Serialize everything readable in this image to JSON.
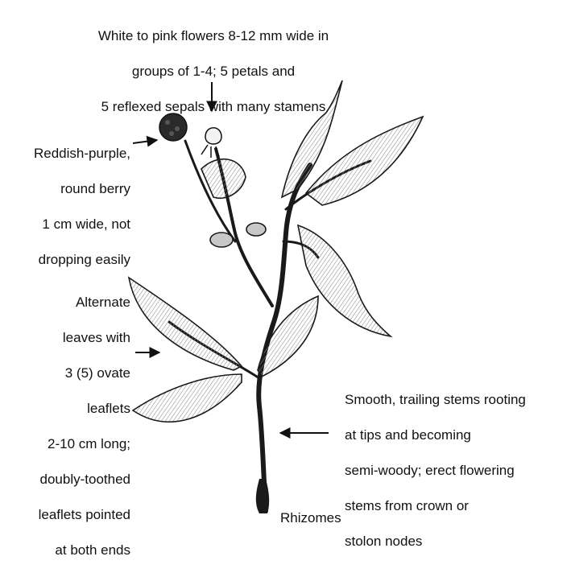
{
  "labels": {
    "flowers": [
      "White to pink flowers 8-12 mm wide in",
      "groups of 1-4; 5 petals and",
      "5 reflexed sepals with many stamens"
    ],
    "berry": [
      "Reddish-purple,",
      "round berry",
      "1 cm wide, not",
      "dropping easily"
    ],
    "leaves": [
      "Alternate",
      "leaves with",
      "3 (5) ovate",
      "leaflets",
      "2-10 cm long;",
      "doubly-toothed",
      "leaflets pointed",
      "at both ends"
    ],
    "stems": [
      "Smooth, trailing stems rooting",
      "at tips and becoming",
      "semi-woody; erect flowering",
      "stems from crown or",
      "stolon nodes"
    ],
    "rhizomes": "Rhizomes"
  },
  "colors": {
    "ink": "#111111",
    "leaf_fill": "#f2f2f2",
    "leaf_shade": "#9a9a9a",
    "berry": "#2a2a2a"
  },
  "icons": [
    "arrow-down-icon",
    "arrow-left-icon",
    "arrow-right-icon"
  ]
}
